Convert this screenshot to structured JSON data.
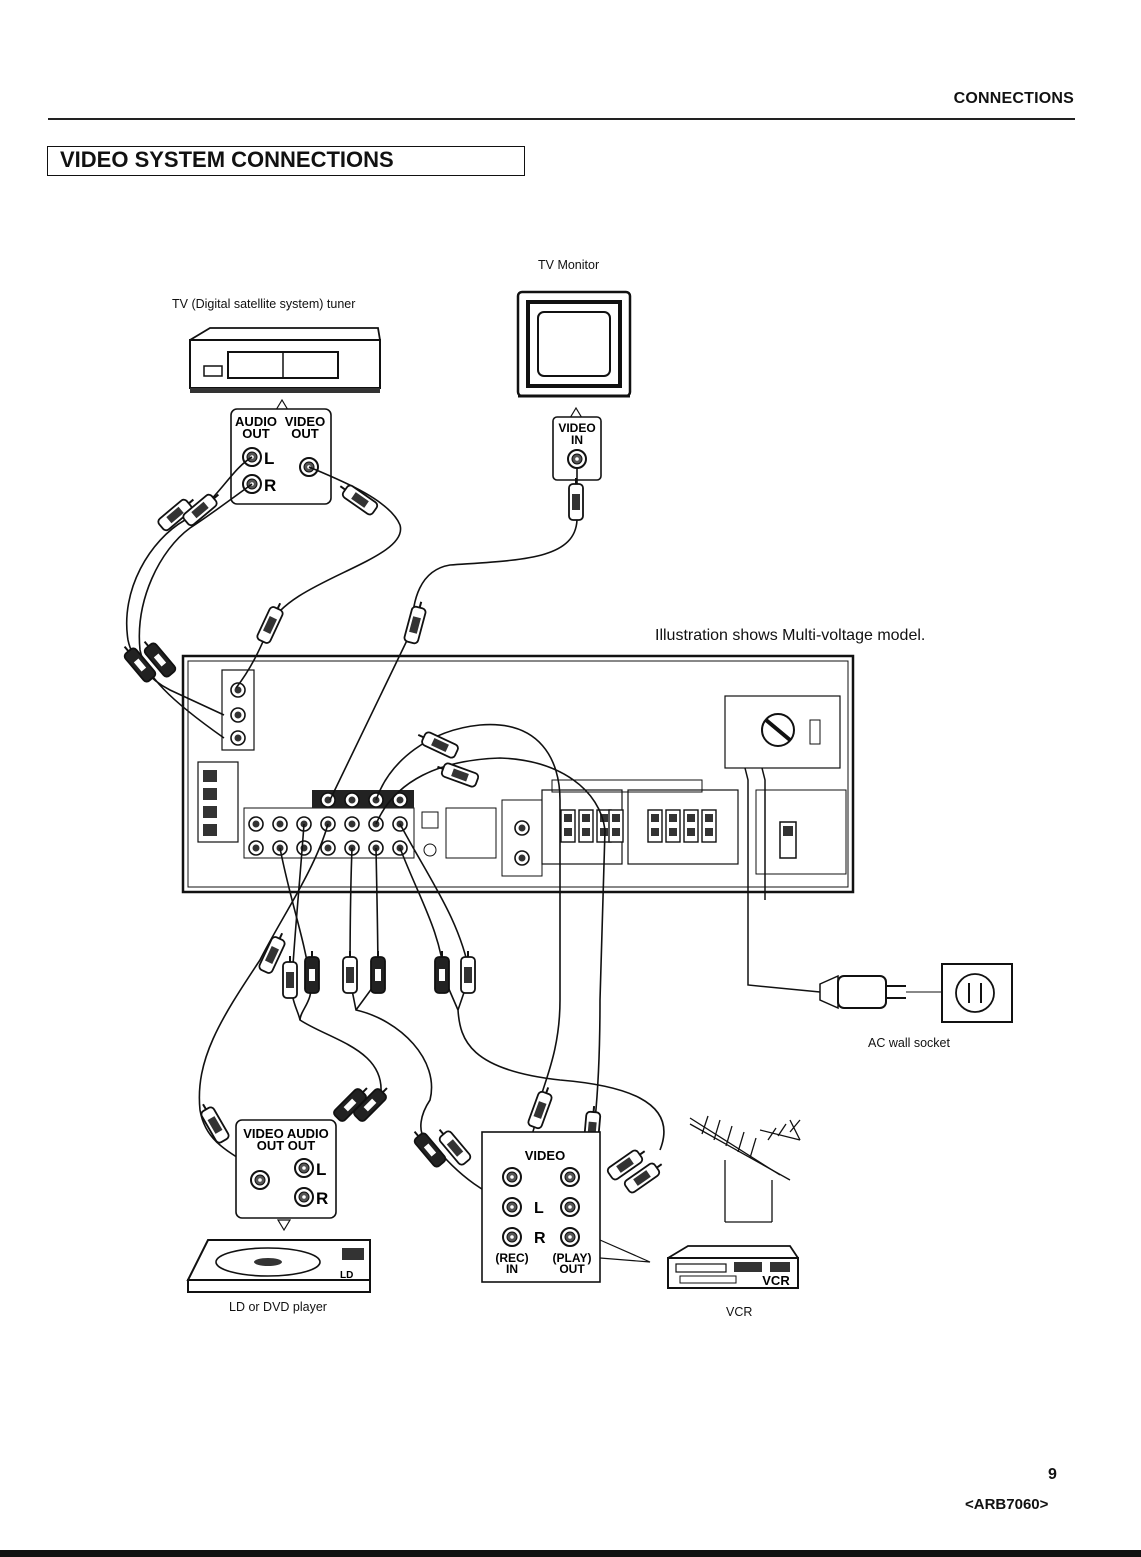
{
  "header": {
    "section": "CONNECTIONS",
    "title": "VIDEO SYSTEM CONNECTIONS"
  },
  "devices": {
    "tv_monitor": "TV Monitor",
    "tuner": "TV (Digital satellite system) tuner",
    "ac_socket": "AC wall socket",
    "ld_dvd": "LD or DVD player",
    "vcr": "VCR",
    "vcr_badge": "VCR"
  },
  "note": "Illustration shows Multi-voltage model.",
  "jacks": {
    "audio_out": [
      "AUDIO",
      "OUT"
    ],
    "video_out": [
      "VIDEO",
      "OUT"
    ],
    "video_in": [
      "VIDEO",
      "IN"
    ],
    "L": "L",
    "R": "R",
    "video": "VIDEO",
    "video_audio_out": [
      "VIDEO AUDIO",
      "OUT   OUT"
    ],
    "rec_in": [
      "(REC)",
      "IN"
    ],
    "play_out": [
      "(PLAY)",
      "OUT"
    ]
  },
  "footer": {
    "page": "9",
    "code": "<ARB7060>"
  }
}
